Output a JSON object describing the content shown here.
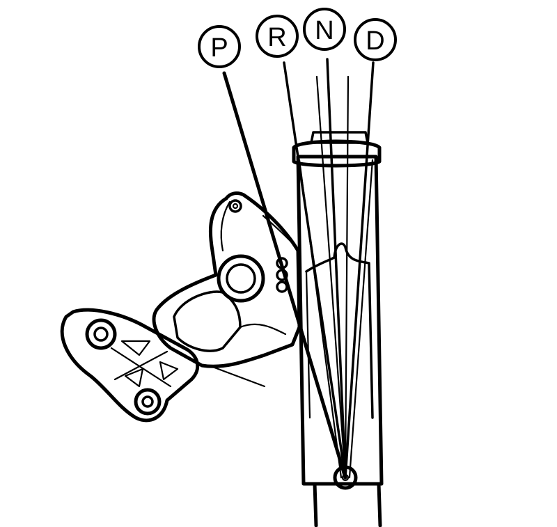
{
  "positions": [
    {
      "key": "P",
      "label": "P"
    },
    {
      "key": "R",
      "label": "R"
    },
    {
      "key": "N",
      "label": "N"
    },
    {
      "key": "D",
      "label": "D"
    }
  ]
}
